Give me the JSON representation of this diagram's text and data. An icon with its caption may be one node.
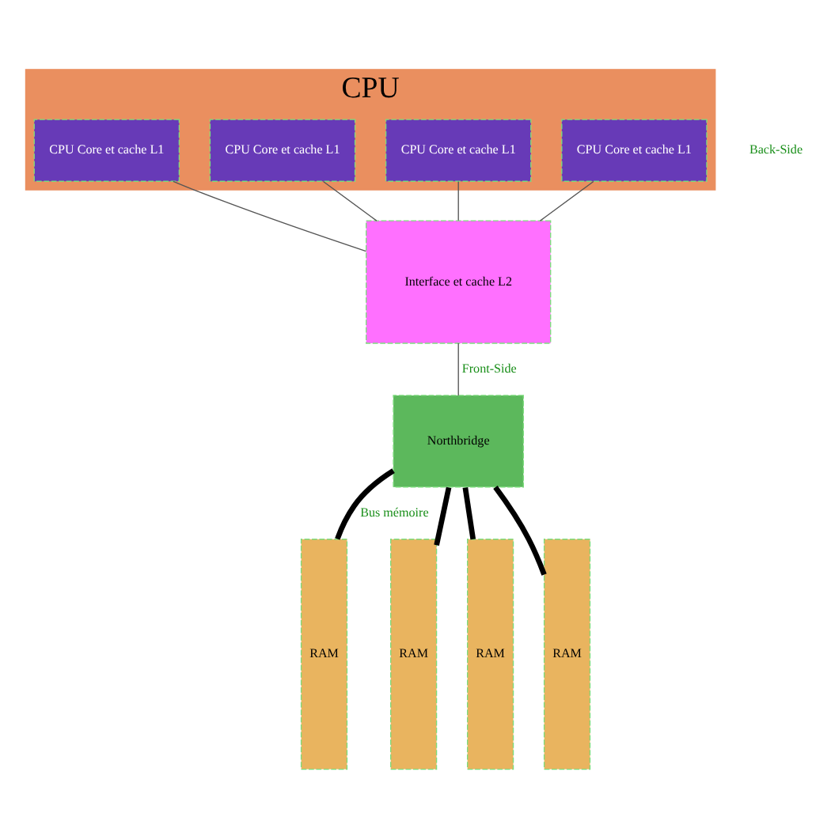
{
  "diagram": {
    "nodes": [
      {
        "text": [
          "CPU"
        ]
      },
      {
        "text": [
          "CPU Core et cache L1"
        ],
        "in": 0
      },
      {
        "text": [
          "CPU Core et cache L1"
        ],
        "in": 0
      },
      {
        "text": [
          "CPU Core et cache L1"
        ],
        "in": 0
      },
      {
        "text": [
          "CPU Core et cache L1"
        ],
        "in": 0
      },
      {
        "text": [
          "Interface et cache L2"
        ]
      },
      {
        "text": [
          "Northbridge"
        ]
      },
      {
        "text": [
          "RAM"
        ]
      },
      {
        "text": [
          "RAM"
        ]
      },
      {
        "text": [
          "RAM"
        ]
      },
      {
        "text": [
          "RAM"
        ]
      }
    ],
    "edges": [
      {
        "from": 1,
        "to": 5,
        "arrow": "none"
      },
      {
        "from": 2,
        "to": 5,
        "arrow": "none"
      },
      {
        "from": 3,
        "to": 5,
        "arrow": "none"
      },
      {
        "from": 4,
        "to": 5,
        "arrow": "none"
      },
      {
        "from": 5,
        "to": 6,
        "label": "Front-Side",
        "arrow": "none"
      },
      {
        "from": 6,
        "to": 7,
        "label": "Bus mémoire",
        "arrow": "none",
        "style": "thick"
      },
      {
        "from": 6,
        "to": 8,
        "arrow": "none",
        "style": "thick"
      },
      {
        "from": 6,
        "to": 9,
        "arrow": "none",
        "style": "thick"
      },
      {
        "from": 6,
        "to": 10,
        "arrow": "none",
        "style": "thick"
      }
    ],
    "labels": [
      "Back-Side"
    ]
  }
}
